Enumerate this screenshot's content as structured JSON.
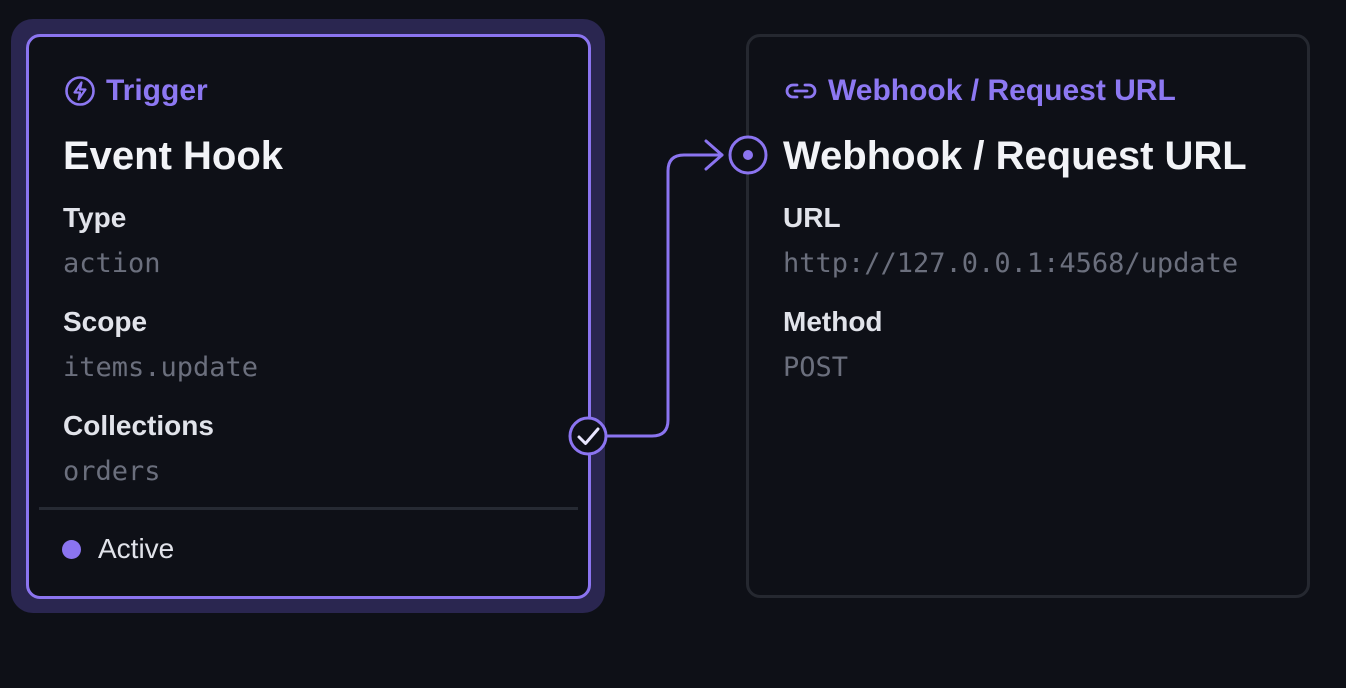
{
  "colors": {
    "background": "#0e1017",
    "accent": "#8b74f0",
    "panel_border": "#252830",
    "muted_value": "#6b6f7d"
  },
  "trigger": {
    "header_icon": "bolt-icon",
    "header_label": "Trigger",
    "title": "Event Hook",
    "fields": [
      {
        "label": "Type",
        "value": "action"
      },
      {
        "label": "Scope",
        "value": "items.update"
      },
      {
        "label": "Collections",
        "value": "orders"
      }
    ],
    "status": "Active",
    "connector_icon": "check-circle-icon"
  },
  "operation": {
    "header_icon": "link-icon",
    "header_label": "Webhook / Request URL",
    "title": "Webhook / Request URL",
    "input_icon": "target-circle-icon",
    "fields": [
      {
        "label": "URL",
        "value": "http://127.0.0.1:4568/update"
      },
      {
        "label": "Method",
        "value": "POST"
      }
    ]
  }
}
